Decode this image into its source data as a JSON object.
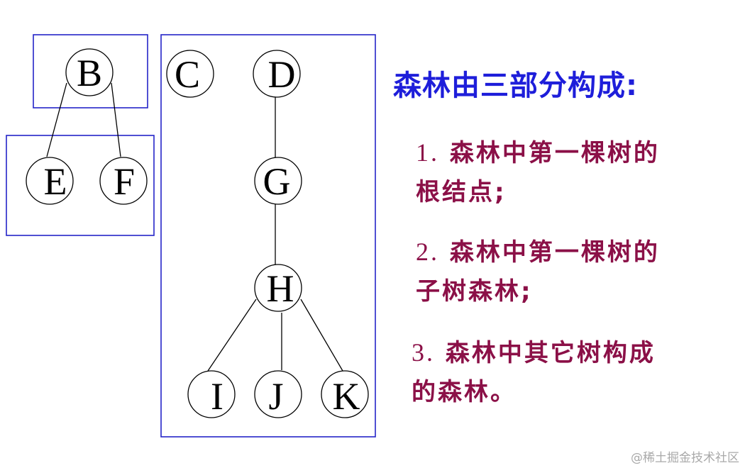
{
  "diagram": {
    "nodes": [
      "B",
      "C",
      "D",
      "E",
      "F",
      "G",
      "H",
      "I",
      "J",
      "K"
    ],
    "edges": [
      [
        "B",
        "E"
      ],
      [
        "B",
        "F"
      ],
      [
        "D",
        "G"
      ],
      [
        "G",
        "H"
      ],
      [
        "H",
        "I"
      ],
      [
        "H",
        "J"
      ],
      [
        "H",
        "K"
      ]
    ],
    "colors": {
      "box": "#2424c8",
      "heading": "#1e1eda",
      "points": "#8b1047"
    }
  },
  "text": {
    "heading": "森林由三部分构成:",
    "points": [
      {
        "num": "1.",
        "line1": "森林中第一棵树的",
        "line2": "根结点;"
      },
      {
        "num": "2.",
        "line1": "森林中第一棵树的",
        "line2": "子树森林;"
      },
      {
        "num": "3.",
        "line1": "森林中其它树构成",
        "line2": "的森林。"
      }
    ],
    "watermark": "@稀土掘金技术社区"
  }
}
